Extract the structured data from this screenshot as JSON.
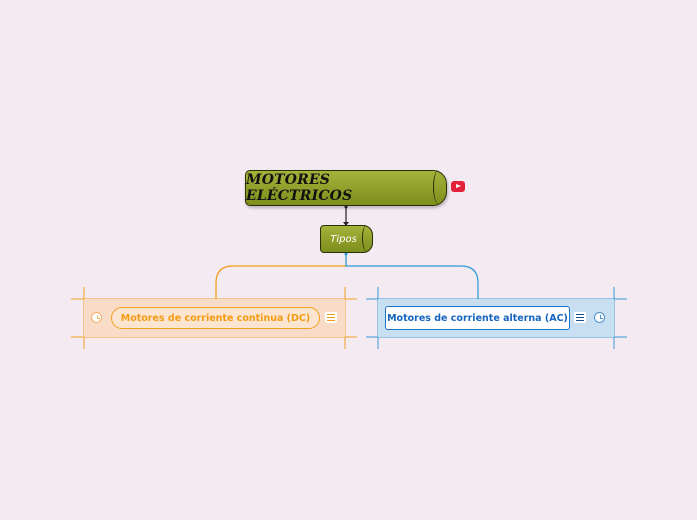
{
  "central_topic": {
    "label": "MOTORES ELÉCTRICOS",
    "attachment_icon": "youtube-icon"
  },
  "subtopic": {
    "label": "Tipos"
  },
  "branches": [
    {
      "label": "Motores de corriente continua (DC)",
      "color": "#f39c12",
      "zone_color": "#f9dcc8",
      "icons": [
        "clock-icon",
        "menu-icon"
      ]
    },
    {
      "label": "Motores de corriente alterna (AC)",
      "color": "#1a73c9",
      "zone_color": "#c8dff2",
      "icons": [
        "menu-icon",
        "clock-icon"
      ]
    }
  ],
  "colors": {
    "background": "#f4eaf2",
    "topic_fill": "#8e9e28",
    "youtube": "#e4213b"
  }
}
